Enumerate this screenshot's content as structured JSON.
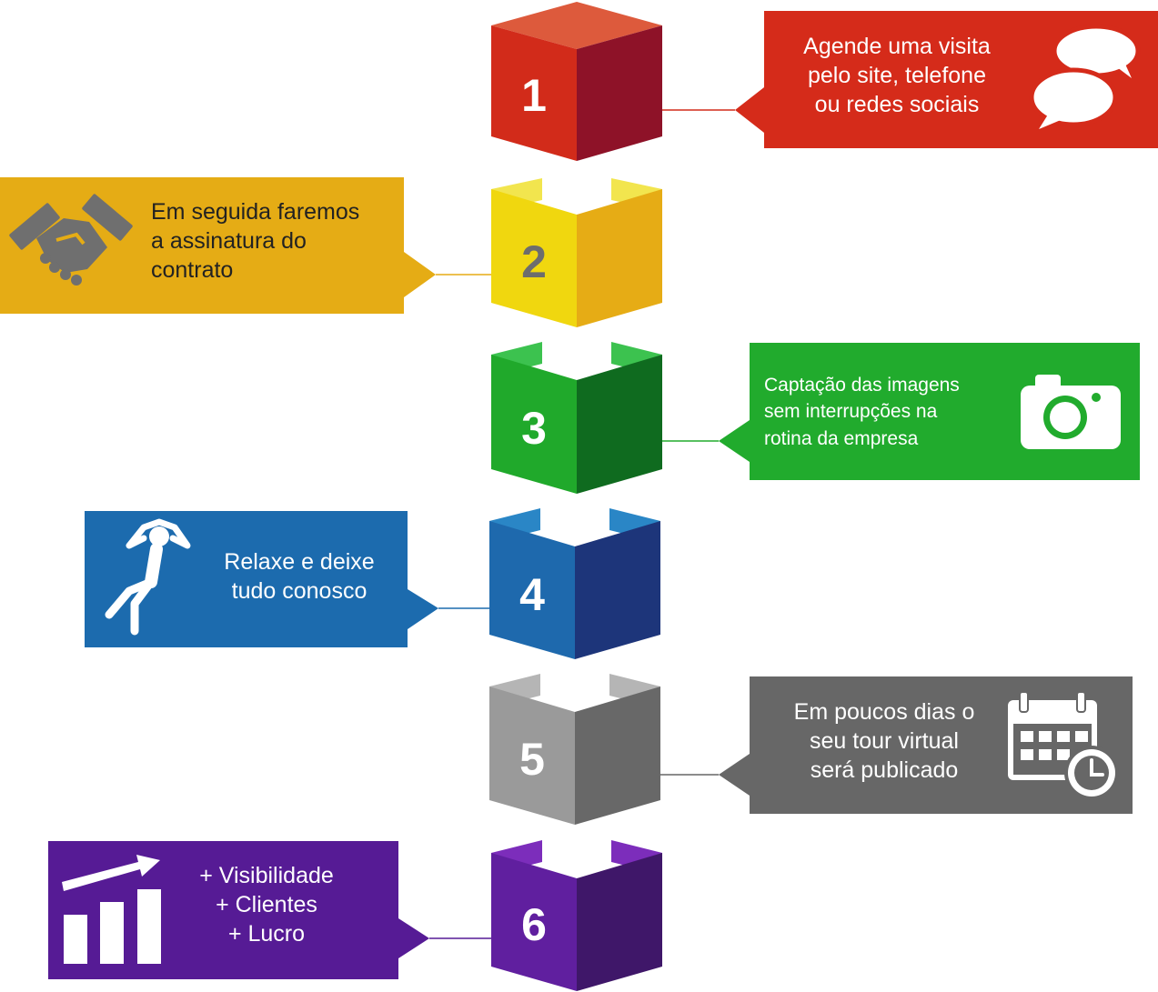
{
  "steps": [
    {
      "number": "1",
      "icon": "speech-bubbles-icon",
      "lines": [
        "Agende uma visita",
        "pelo site, telefone",
        "ou redes sociais"
      ],
      "colors": {
        "top": "#dd5a3c",
        "front": "#d22b1a",
        "side": "#8e1228",
        "box": "#d52b1a"
      }
    },
    {
      "number": "2",
      "icon": "handshake-icon",
      "lines": [
        "Em seguida faremos",
        "a assinatura do",
        "contrato"
      ],
      "colors": {
        "top": "#f2e54e",
        "front": "#f0d70f",
        "side": "#e6ac15",
        "box": "#e5ac15",
        "number": "#6d6d6d",
        "text": "#222222"
      }
    },
    {
      "number": "3",
      "icon": "camera-icon",
      "lines": [
        "Captação das imagens",
        "sem interrupções na",
        "rotina da empresa"
      ],
      "colors": {
        "top": "#3cc24f",
        "front": "#20a92b",
        "side": "#0f6b1f",
        "box": "#21ab2d"
      }
    },
    {
      "number": "4",
      "icon": "relaxing-person-icon",
      "lines": [
        "Relaxe e deixe",
        "tudo conosco"
      ],
      "colors": {
        "top": "#2a86c6",
        "front": "#1e69ad",
        "side": "#1d357a",
        "box": "#1c6bae"
      }
    },
    {
      "number": "5",
      "icon": "calendar-clock-icon",
      "lines": [
        "Em poucos dias o",
        "seu tour virtual",
        "será publicado"
      ],
      "colors": {
        "top": "#b5b5b5",
        "front": "#9a9a9a",
        "side": "#686868",
        "box": "#676767"
      }
    },
    {
      "number": "6",
      "icon": "growth-chart-icon",
      "lines": [
        "+ Visibilidade",
        "+ Clientes",
        "+ Lucro"
      ],
      "colors": {
        "top": "#7c2dbb",
        "front": "#601f9f",
        "side": "#3f1769",
        "box": "#561b95"
      }
    }
  ]
}
